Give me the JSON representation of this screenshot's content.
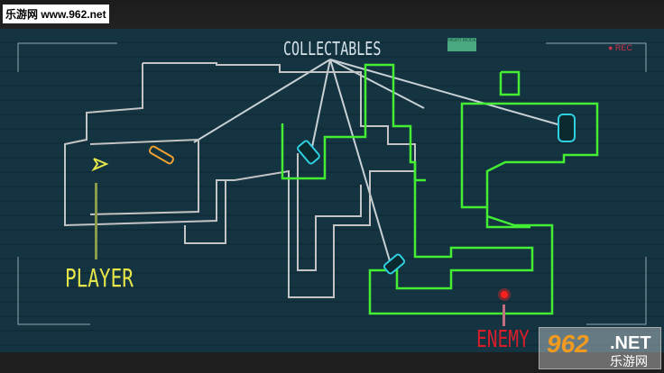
{
  "watermark_top": "乐游网 www.962.net",
  "hud": {
    "collectables_label": "COLLECTABLES",
    "night_mode_label": "NIGHT MODE",
    "rec_label": "● REC",
    "player_label": "PLAYER",
    "enemy_label": "ENEMY"
  },
  "watermark_bottom": {
    "number": "962",
    "domain": ".NET",
    "chinese": "乐游网"
  },
  "colors": {
    "explored": "#c8c8c8",
    "enemy_zone": "#44ee33",
    "enemy": "#ff2020",
    "player": "#e6e64a",
    "collectable": "#30d0e0"
  }
}
